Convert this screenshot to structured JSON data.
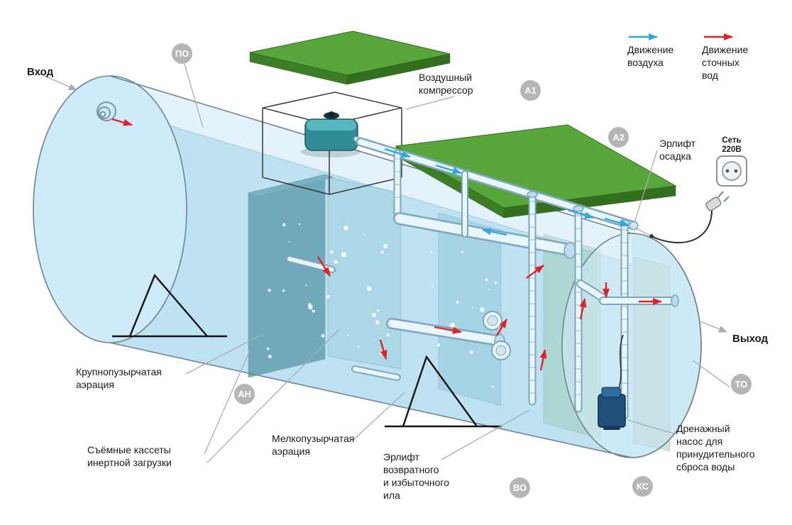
{
  "legend": {
    "air": {
      "label": "Движение\nвоздуха",
      "color": "#2fa8dc"
    },
    "water": {
      "label": "Движение\nсточных\nвод",
      "color": "#e02327"
    }
  },
  "labels": {
    "inlet": "Вход",
    "outlet": "Выход",
    "compressor": "Воздушный\nкомпрессор",
    "sludge_airlift": "Эрлифт\nосадка",
    "power": "Сеть\n220В",
    "coarse_aeration": "Крупнопузырчатая\nаэрация",
    "cassettes": "Съёмные кассеты\nинертной загрузки",
    "fine_aeration": "Мелкопузырчатая\nаэрация",
    "return_airlift": "Эрлифт\nвозвратного\nи избыточного\nила",
    "drain_pump": "Дренажный\nнасос для\nпринудительного\nсброса воды"
  },
  "badges": [
    {
      "id": "po",
      "label": "ПО"
    },
    {
      "id": "a1",
      "label": "А1"
    },
    {
      "id": "a2",
      "label": "А2"
    },
    {
      "id": "an",
      "label": "АН"
    },
    {
      "id": "to",
      "label": "ТО"
    },
    {
      "id": "vo",
      "label": "ВО"
    },
    {
      "id": "ks",
      "label": "КС"
    }
  ],
  "colors": {
    "tank_fill": "#bfe2f3",
    "lid_green": "#58a63c",
    "lid_green_dark": "#3c7a25",
    "badge_gray": "#b5b5b5",
    "outline": "#6f8591"
  }
}
